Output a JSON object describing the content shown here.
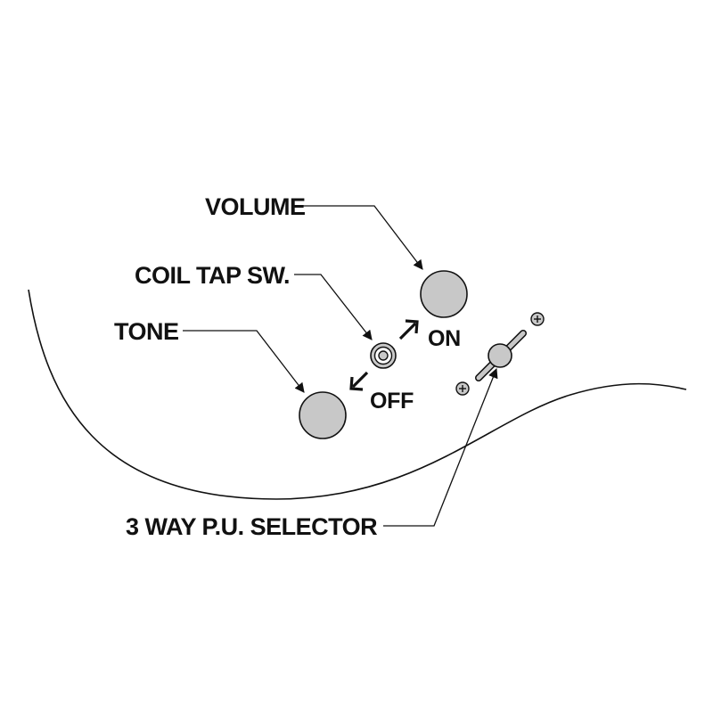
{
  "labels": {
    "volume": "VOLUME",
    "coil_tap": "COIL TAP SW.",
    "tone": "TONE",
    "selector": "3 WAY P.U. SELECTOR",
    "on": "ON",
    "off": "OFF"
  },
  "colors": {
    "knob_fill": "#c8c8c8",
    "line": "#111111",
    "background": "#ffffff"
  }
}
